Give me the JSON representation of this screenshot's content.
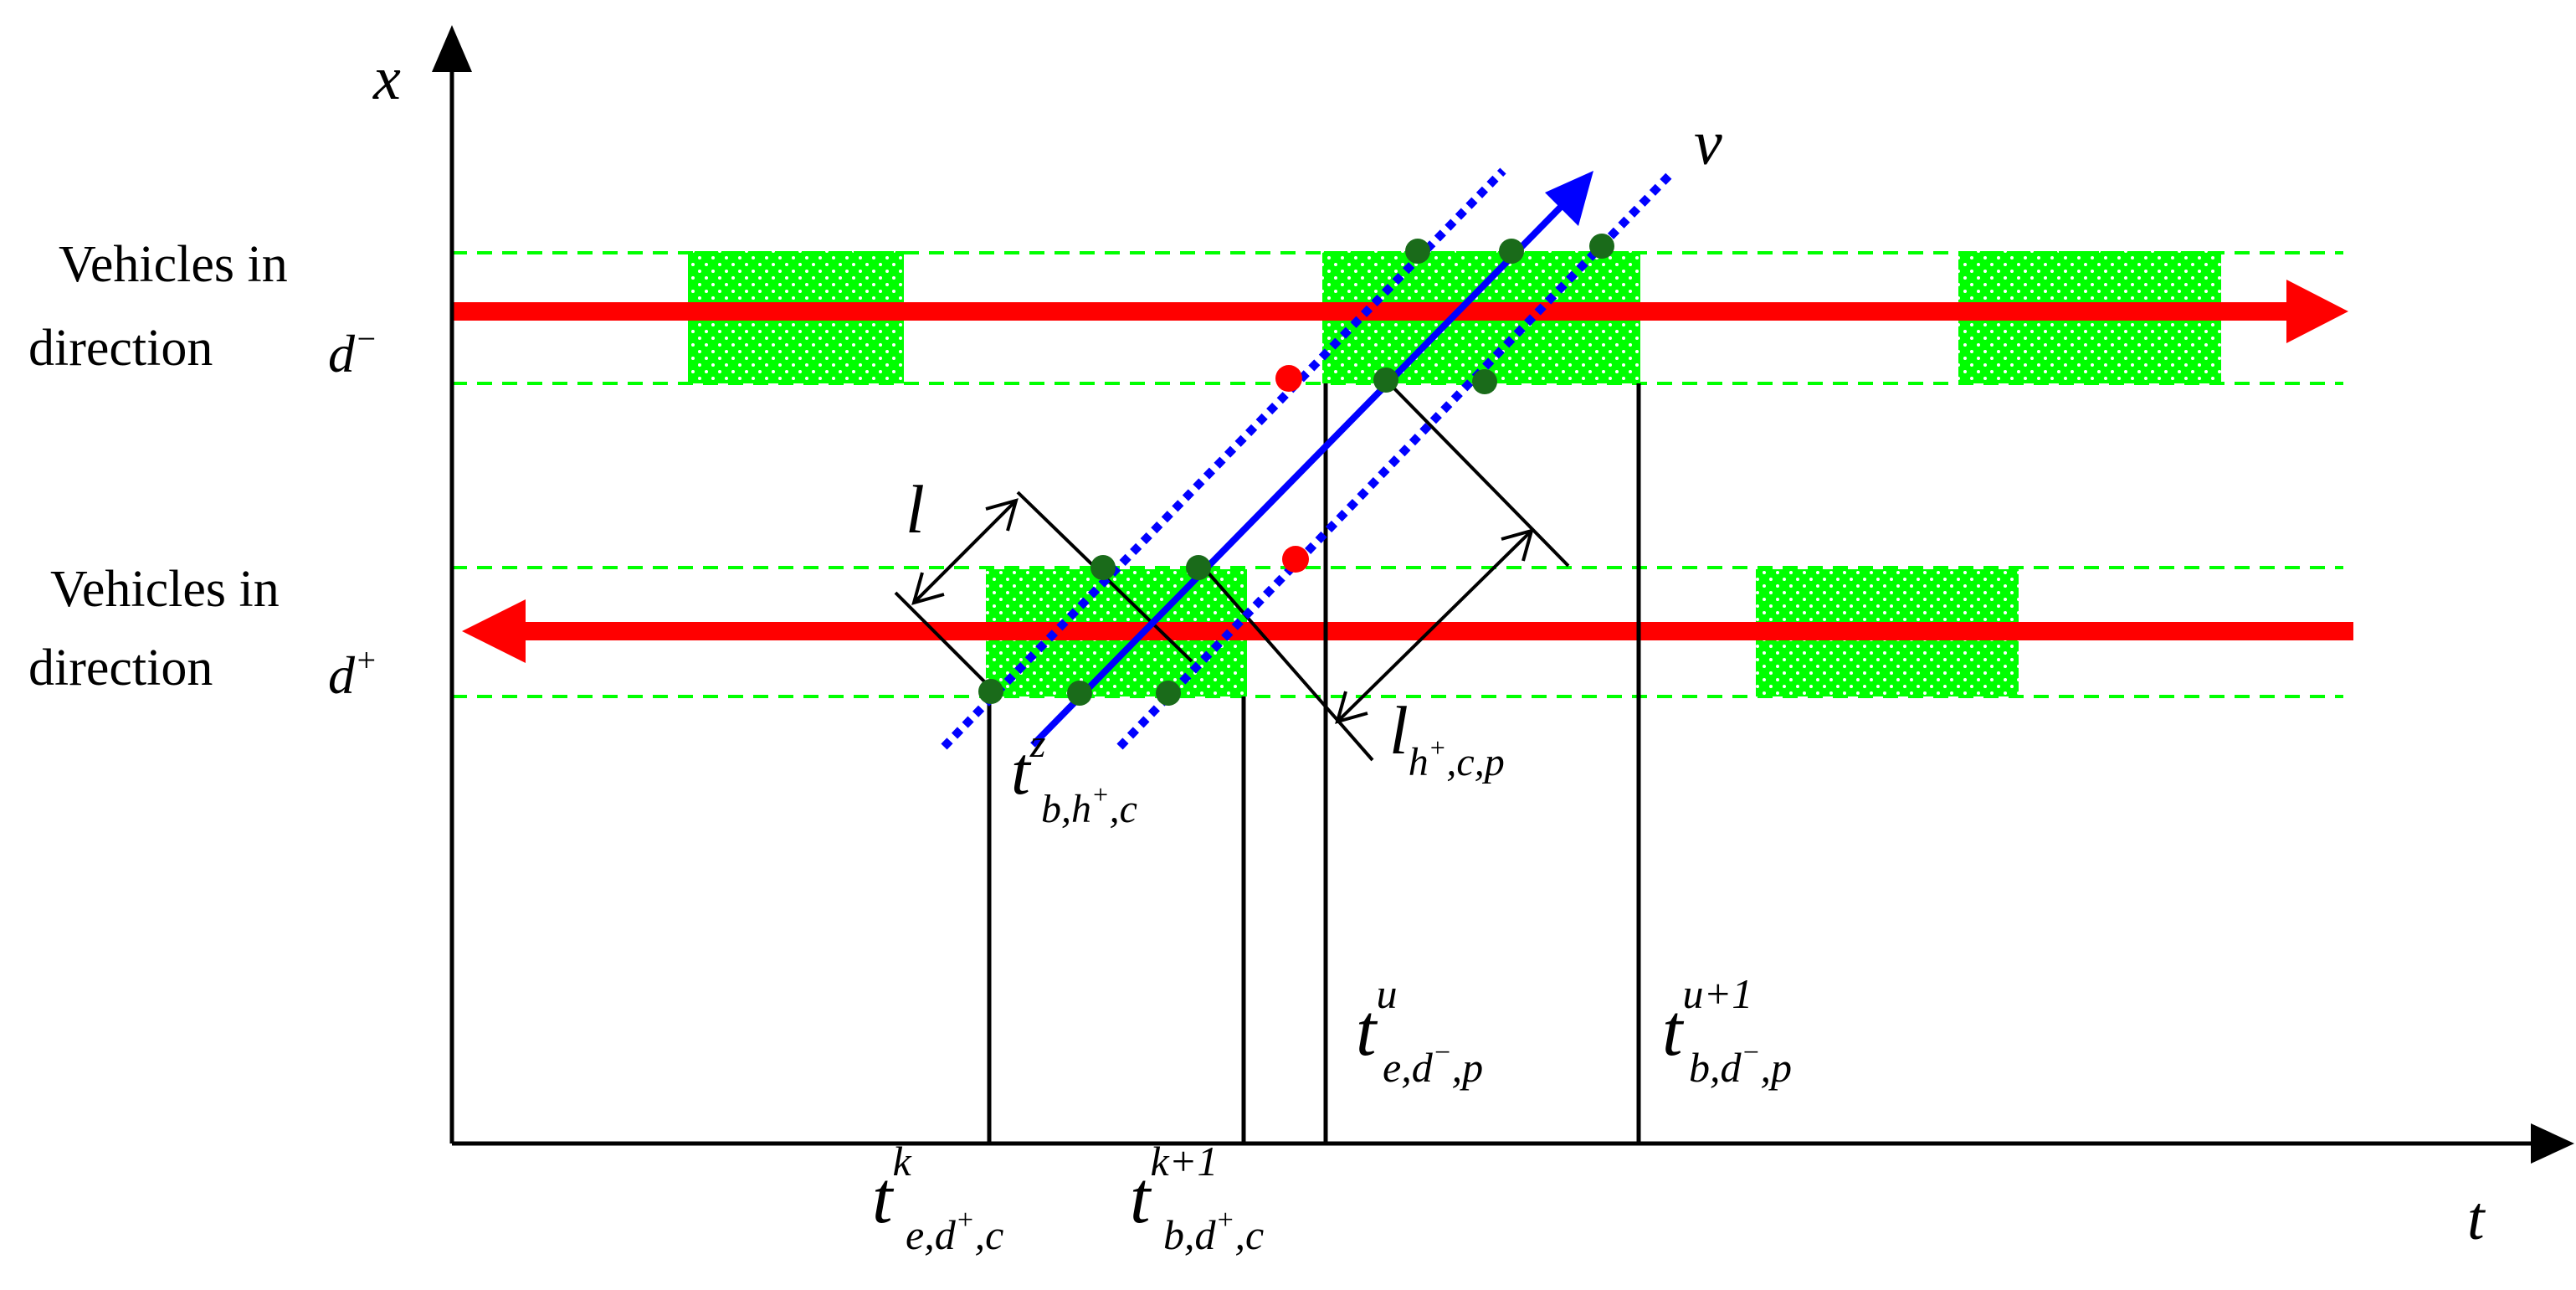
{
  "axes": {
    "x_label": "x",
    "t_label": "t"
  },
  "lanes": {
    "upper": {
      "line1": "Vehicles in",
      "line2": "direction",
      "symbol": "d",
      "sup": "−"
    },
    "lower": {
      "line1": "Vehicles in",
      "line2": "direction",
      "symbol": "d",
      "sup": "+"
    }
  },
  "symbols": {
    "v": "v",
    "l": "l",
    "l_h": {
      "base": "l",
      "sub": "h",
      "sub_sup": "+",
      "sub_rest": ",c,p"
    },
    "t_z": {
      "base": "t",
      "sup": "z",
      "sub": "b,h",
      "sub_sup": "+",
      "sub_rest": ",c"
    },
    "t_k": {
      "base": "t",
      "sup": "k",
      "sub": "e,d",
      "sub_sup": "+",
      "sub_rest": ",c"
    },
    "t_k1": {
      "base": "t",
      "sup": "k+1",
      "sub": "b,d",
      "sub_sup": "+",
      "sub_rest": ",c"
    },
    "t_u": {
      "base": "t",
      "sup": "u",
      "sub": "e,d",
      "sub_sup": "−",
      "sub_rest": ",p"
    },
    "t_u1": {
      "base": "t",
      "sup": "u+1",
      "sub": "b,d",
      "sub_sup": "−",
      "sub_rest": ",p"
    }
  },
  "colors": {
    "axis": "#000000",
    "traffic_flow": "#ff0000",
    "green_band": "#00ff00",
    "crossing_path": "#0000ff",
    "intersection_point": "#1a6b1a",
    "conflict_point": "#ff0000"
  }
}
